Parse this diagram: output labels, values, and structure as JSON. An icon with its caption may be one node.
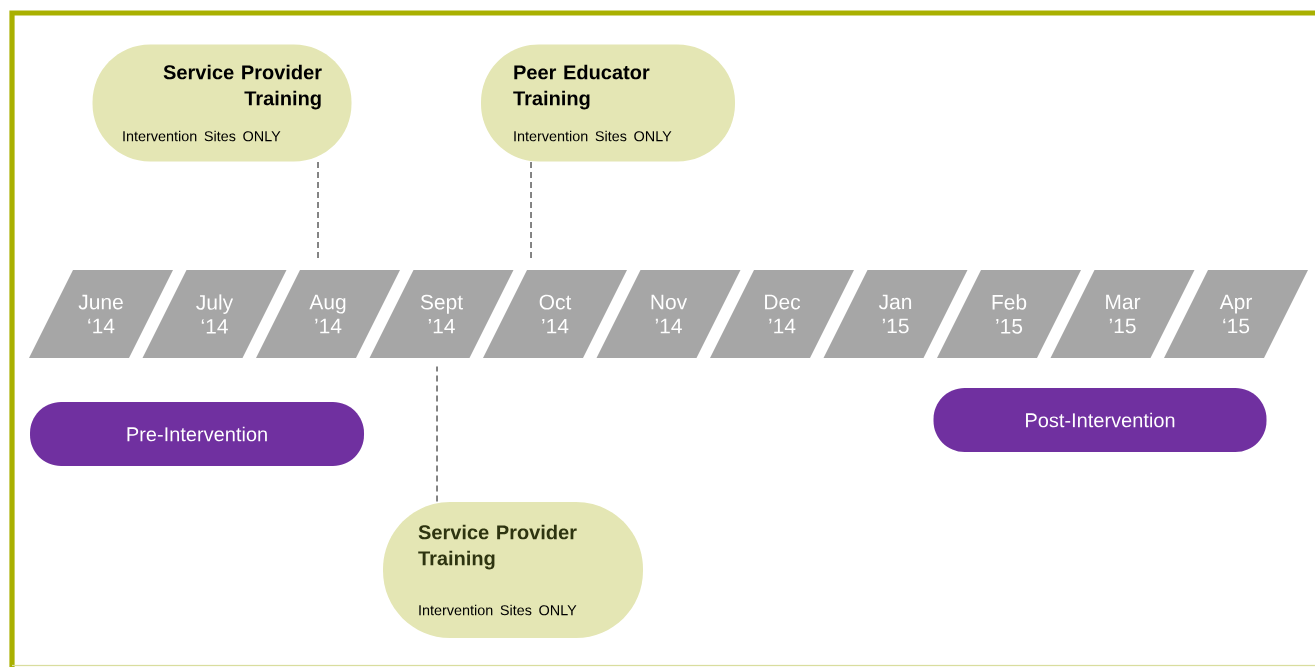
{
  "diagram": {
    "nodes": [
      {
        "text": [
          "Service Provider Training",
          "Intervention Sites ONLY"
        ]
      },
      {
        "text": [
          "Peer Educator Training",
          "Intervention Sites ONLY"
        ]
      },
      {
        "text": [
          "June ‘14"
        ]
      },
      {
        "text": [
          "July ‘14"
        ]
      },
      {
        "text": [
          "Aug ’14"
        ]
      },
      {
        "text": [
          "Sept ’14"
        ]
      },
      {
        "text": [
          "Oct ’14"
        ]
      },
      {
        "text": [
          "Nov ’14"
        ]
      },
      {
        "text": [
          "Dec ’14"
        ]
      },
      {
        "text": [
          "Jan ’15"
        ]
      },
      {
        "text": [
          "Feb ’15"
        ]
      },
      {
        "text": [
          "Mar ’15"
        ]
      },
      {
        "text": [
          "Apr ‘15"
        ]
      },
      {
        "text": [
          "Pre-Intervention"
        ]
      },
      {
        "text": [
          "Post-Intervention"
        ]
      },
      {
        "text": [
          "Service Provider Training",
          "Intervention Sites ONLY"
        ]
      }
    ],
    "edges": [
      {
        "from": 0,
        "to": 4,
        "arrow": "none",
        "style": "dashed"
      },
      {
        "from": 1,
        "to": 6,
        "arrow": "none",
        "style": "dashed"
      },
      {
        "from": 15,
        "to": 5,
        "arrow": "none",
        "style": "dashed"
      }
    ]
  }
}
